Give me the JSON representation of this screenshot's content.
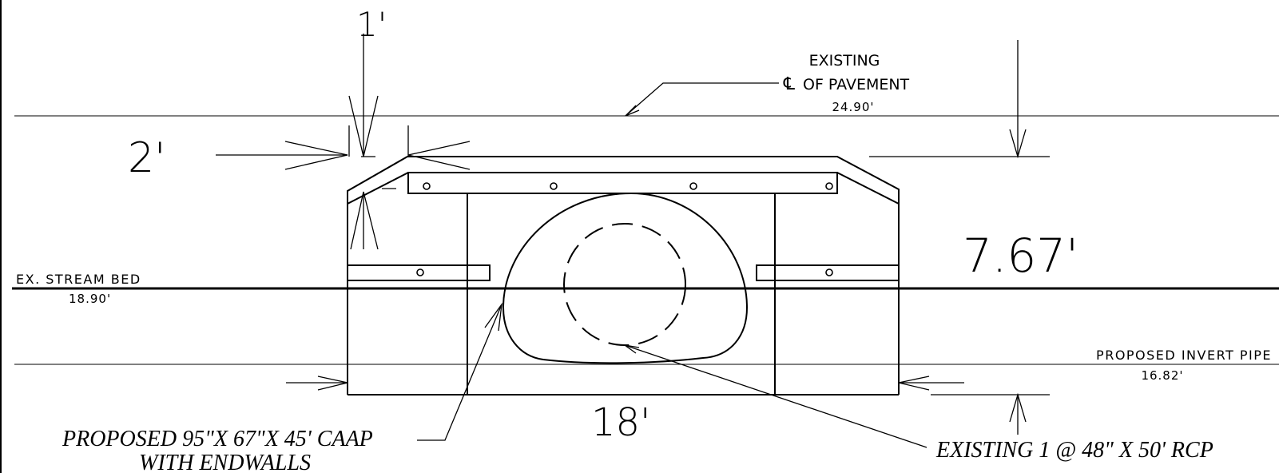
{
  "title": "",
  "labels": {
    "pavement_line1": "EXISTING",
    "pavement_symbol": "℄",
    "pavement_line2": "OF PAVEMENT",
    "pavement_elev": "24.90'",
    "stream_bed": "EX. STREAM BED",
    "stream_elev": "18.90'",
    "invert": "PROPOSED INVERT PIPE",
    "invert_elev": "16.82'",
    "proposed_line1": "PROPOSED  95\"X  67\"X  45' CAAP",
    "proposed_line2": "WITH  ENDWALLS",
    "existing_pipe": "EXISTING  1 @   48\"  X  50' RCP"
  },
  "dimensions": {
    "top_offset": "1'",
    "headwall": "2'",
    "height": "7.67'",
    "width": "18'"
  },
  "colors": {
    "ink": "#000000",
    "paper": "#ffffff"
  }
}
